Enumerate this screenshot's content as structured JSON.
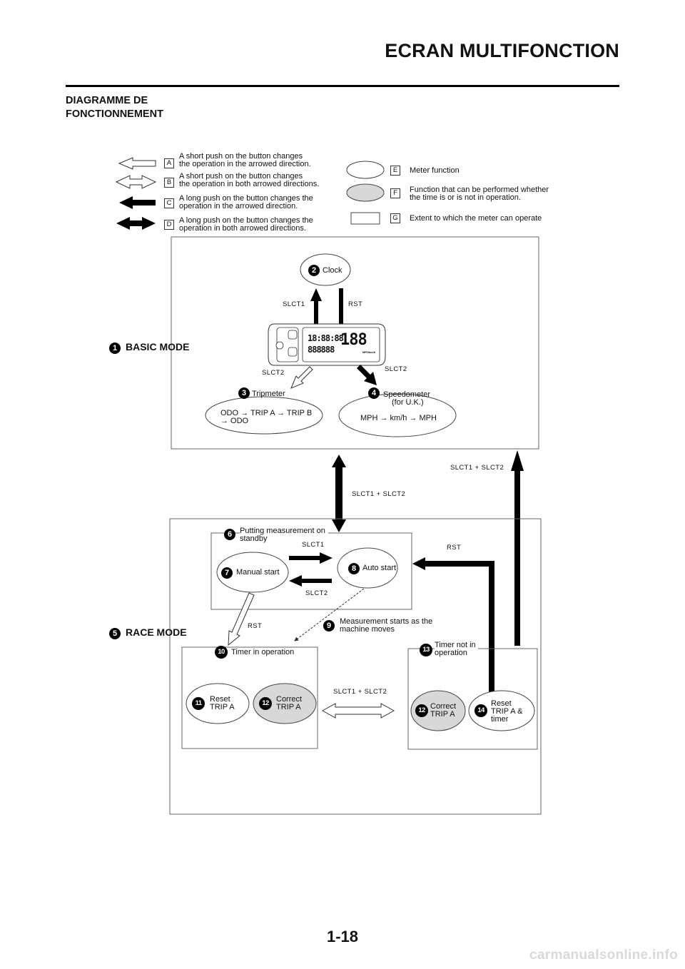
{
  "header": {
    "title": "ECRAN MULTIFONCTION",
    "subtitle_line1": "DIAGRAMME DE",
    "subtitle_line2": "FONCTIONNEMENT"
  },
  "legend": {
    "A": {
      "key": "A",
      "text1": "A short push on the button changes",
      "text2": "the operation in the arrowed direction."
    },
    "B": {
      "key": "B",
      "text1": "A short push on the button changes",
      "text2": "the operation in both arrowed directions."
    },
    "C": {
      "key": "C",
      "text1": "A long push on the button changes the",
      "text2": "operation in the arrowed direction."
    },
    "D": {
      "key": "D",
      "text1": "A long push on the button changes the",
      "text2": "operation in both arrowed directions."
    },
    "E": {
      "key": "E",
      "text1": "Meter function"
    },
    "F": {
      "key": "F",
      "text1": "Function that can be performed whether",
      "text2": "the time is or is not in operation."
    },
    "G": {
      "key": "G",
      "text1": "Extent to which the meter can operate"
    }
  },
  "basic_mode": {
    "number": "1",
    "label": "BASIC MODE",
    "clock": {
      "number": "2",
      "label": "Clock"
    },
    "tripmeter": {
      "number": "3",
      "label": "Tripmeter",
      "line1": "ODO → TRIP A → TRIP B",
      "line2": "→ ODO"
    },
    "speedometer": {
      "number": "4",
      "label1": "Speedometer",
      "label2": "(for U.K.)",
      "line1": "MPH → km/h → MPH"
    },
    "lcd_top": "18:88:88",
    "lcd_bottom": "888888",
    "lcd_big": "188",
    "lcd_unit": "MPHkm/h"
  },
  "race_mode": {
    "number": "5",
    "label": "RACE MODE",
    "standby": {
      "number": "6",
      "label1": "Putting measurement on",
      "label2": "standby"
    },
    "manual_start": {
      "number": "7",
      "label": "Manual start"
    },
    "auto_start": {
      "number": "8",
      "label": "Auto start"
    },
    "measurement": {
      "number": "9",
      "label1": "Measurement starts as the",
      "label2": "machine moves"
    },
    "timer_in_operation": {
      "number": "10",
      "label": "Timer in operation"
    },
    "reset_trip_a": {
      "number": "11",
      "label1": "Reset",
      "label2": "TRIP A"
    },
    "correct_trip_a_left": {
      "number": "12",
      "label1": "Correct",
      "label2": "TRIP A"
    },
    "timer_not_in_operation": {
      "number": "13",
      "label1": "Timer not in",
      "label2": "operation"
    },
    "correct_trip_a_right": {
      "number": "12",
      "label1": "Correct",
      "label2": "TRIP A"
    },
    "reset_trip_a_timer": {
      "number": "14",
      "label1": "Reset",
      "label2": "TRIP A &",
      "label3": "timer"
    }
  },
  "buttons": {
    "slct1": "SLCT1",
    "slct2": "SLCT2",
    "rst": "RST",
    "slct1_slct2": "SLCT1 + SLCT2"
  },
  "footer": {
    "page_number": "1-18",
    "watermark": "carmanualsonline.info"
  }
}
